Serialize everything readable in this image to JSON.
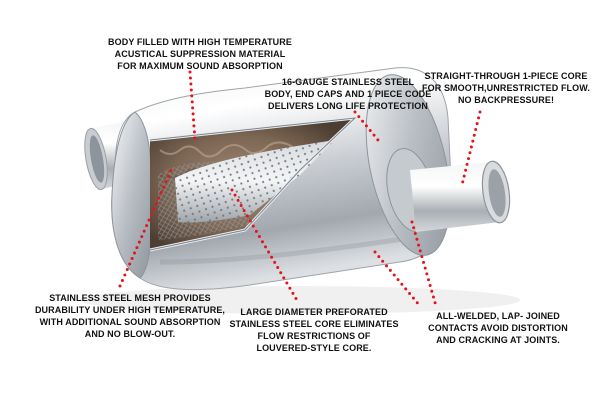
{
  "colors": {
    "background": "#ffffff",
    "leader_dots": "#e3141b",
    "label_text": "#111111",
    "steel_light": "#f2f4f6",
    "steel_mid": "#c3c8ce",
    "steel_dark": "#7d858d",
    "packing": "#8a7360"
  },
  "callouts": [
    {
      "id": "body-fill",
      "lines": [
        "BODY FILLED WITH HIGH TEMPERATURE",
        "ACUSTICAL SUPPRESSION MATERIAL",
        "FOR MAXIMUM SOUND ABSORPTION"
      ]
    },
    {
      "id": "gauge-steel",
      "lines": [
        "16-GAUGE STAINLESS STEEL",
        "BODY, END CAPS AND 1 PIECE CODE",
        "DELIVERS LONG LIFE PROTECTION"
      ]
    },
    {
      "id": "straight-core",
      "lines": [
        "STRAIGHT-THROUGH 1-PIECE CORE",
        "FOR SMOOTH,UNRESTRICTED FLOW.",
        "NO BACKPRESSURE!"
      ]
    },
    {
      "id": "steel-mesh",
      "lines": [
        "STAINLESS STEEL MESH PROVIDES",
        "DURABILITY UNDER HIGH TEMPERATURE,",
        "WITH ADDITIONAL SOUND ABSORPTION",
        "AND NO BLOW-OUT."
      ]
    },
    {
      "id": "perforated-core",
      "lines": [
        "LARGE DIAMETER PREFORATED",
        "STAINLESS STEEL CORE ELIMINATES",
        "FLOW RESTRICTIONS OF",
        "LOUVERED-STYLE CORE."
      ]
    },
    {
      "id": "welded",
      "lines": [
        "ALL-WELDED, LAP- JOINED",
        "CONTACTS AVOID DISTORTION",
        "AND CRACKING AT JOINTS."
      ]
    }
  ]
}
